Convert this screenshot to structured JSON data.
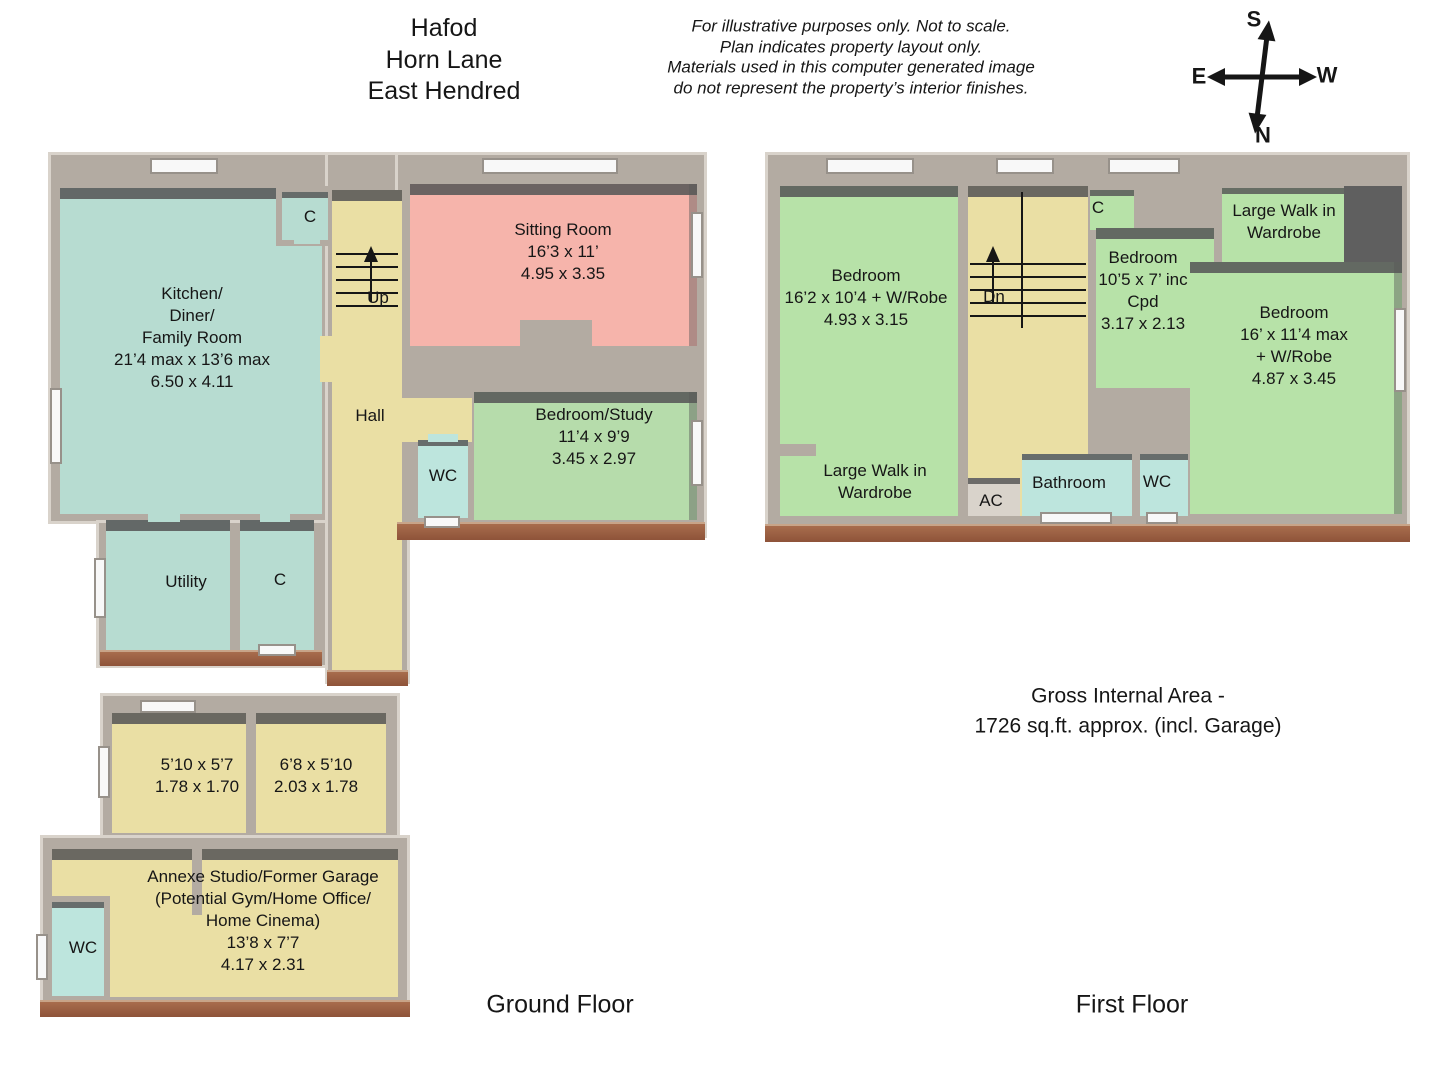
{
  "header": {
    "address": "Hafod\nHorn Lane\nEast Hendred",
    "disclaimer": "For illustrative purposes only. Not to scale.\nPlan indicates property layout only.\nMaterials used in this computer generated image\ndo not represent the property’s interior finishes."
  },
  "compass": {
    "top": "S",
    "bottom": "N",
    "left": "E",
    "right": "W"
  },
  "ground_floor": {
    "kitchen": "Kitchen/\nDiner/\nFamily Room\n21’4 max x 13’6 max\n6.50 x 4.11",
    "sitting_room": "Sitting Room\n16’3 x 11’\n4.95 x 3.35",
    "bedroom_study": "Bedroom/Study\n11’4 x 9’9\n3.45 x 2.97",
    "hall": "Hall",
    "stairs_up": "Up",
    "wc": "WC",
    "utility": "Utility",
    "closet_top": "C",
    "closet_bottom": "C"
  },
  "first_floor": {
    "bedroom_left": "Bedroom\n16’2 x 10’4 + W/Robe\n4.93 x 3.15",
    "bedroom_middle": "Bedroom\n10’5 x 7’ inc\nCpd\n3.17 x 2.13",
    "bedroom_right": "Bedroom\n16’ x 11’4 max\n+ W/Robe\n4.87 x 3.45",
    "wardrobe_top": "Large Walk in\nWardrobe",
    "wardrobe_bottom": "Large Walk in\nWardrobe",
    "stairs_down": "Dn",
    "closet": "C",
    "ac": "AC",
    "bathroom": "Bathroom",
    "wc": "WC"
  },
  "annexe": {
    "room_small_1": "5’10 x 5’7\n1.78 x 1.70",
    "room_small_2": "6’8 x 5’10\n2.03 x 1.78",
    "studio": "Annexe Studio/Former Garage\n(Potential Gym/Home Office/\nHome Cinema)\n13’8 x 7’7\n4.17 x 2.31",
    "wc": "WC"
  },
  "footer": {
    "gross_area": "Gross Internal Area -\n1726 sq.ft. approx. (incl. Garage)",
    "ground_floor_label": "Ground Floor",
    "first_floor_label": "First Floor"
  },
  "colors": {
    "wall": "#b3aba2",
    "wall-light": "#d9d3cb",
    "wall-dark": "#5f5f5f",
    "brick": "#8e5339",
    "teal": "#b7dcd1",
    "aqua": "#bde5dd",
    "yellow": "#eadfa4",
    "pink": "#f6b4ab",
    "green-gf": "#b6dcab",
    "green-ff": "#b7e2a8",
    "window": "#f8f8f8",
    "ink": "#161616"
  }
}
